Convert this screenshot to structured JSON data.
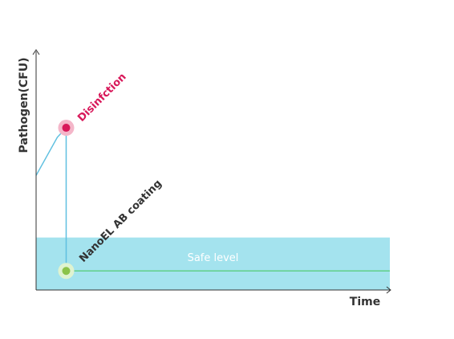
{
  "chart_data": {
    "type": "line",
    "title": "",
    "xlabel": "Time",
    "ylabel": "Pathogen(CFU)",
    "xlim": [
      0,
      100
    ],
    "ylim": [
      0,
      100
    ],
    "grid": false,
    "safe_band": {
      "label": "Safe level",
      "y_range": [
        0,
        22
      ],
      "color": "#a4e3ee"
    },
    "series": [
      {
        "values_x": [
          0,
          3,
          6,
          8.5
        ],
        "values_y": [
          48,
          56,
          64,
          68
        ],
        "color": "#5fc0e0"
      },
      {
        "values_x": [
          8.5,
          8.5
        ],
        "values_y": [
          68,
          8
        ],
        "color": "#5fc0e0"
      },
      {
        "values_x": [
          8.5,
          100
        ],
        "values_y": [
          8,
          8
        ],
        "color": "#5fcf88"
      }
    ],
    "points": [
      {
        "x": 8.5,
        "y": 68,
        "color": "#d8185a",
        "halo": "#f4b6c9",
        "label": "Disinfction"
      },
      {
        "x": 8.5,
        "y": 8,
        "color": "#8bc34a",
        "halo": "#dff3d0",
        "label": "NanoEL AB coating"
      }
    ],
    "colors": {
      "axis": "#333333",
      "disinfection_text": "#d8185a",
      "coating_text": "#333333",
      "curve": "#5fc0e0",
      "safe_line": "#5fcf88"
    }
  }
}
